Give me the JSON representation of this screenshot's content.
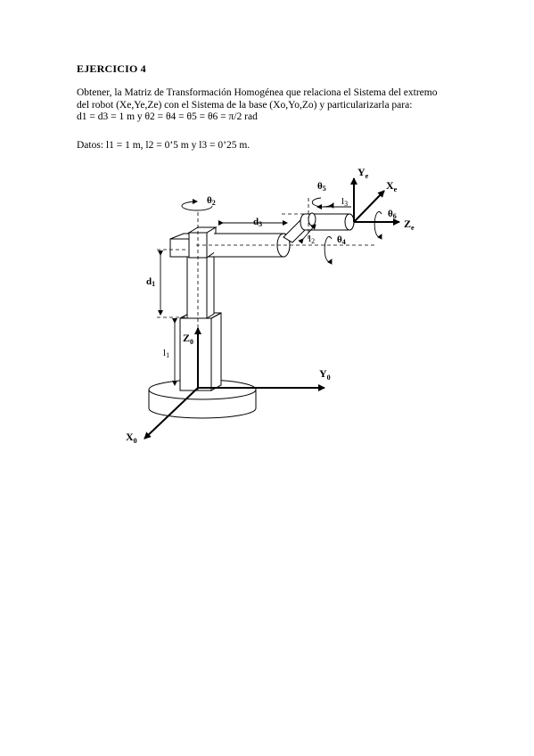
{
  "exercise": {
    "title": "EJERCICIO 4",
    "line1": "Obtener, la Matriz de Transformación Homogénea que relaciona el Sistema del extremo",
    "line2": "del robot (Xe,Ye,Ze) con el Sistema de la base (Xo,Yo,Zo) y particularizarla para:",
    "line3": "d1 = d3 = 1 m y θ2 = θ4 = θ5 = θ6 = π/2 rad",
    "datos": "Datos: l1 = 1 m, l2 = 0’5 m y l3 = 0’25 m."
  },
  "figure": {
    "base_axes": {
      "x": "X",
      "y": "Y",
      "z": "Z",
      "sub": "0"
    },
    "end_axes": {
      "x": "X",
      "y": "Y",
      "z": "Z",
      "sub": "e"
    },
    "joint_labels": {
      "theta": "θ",
      "t2": "2",
      "t4": "4",
      "t5": "5",
      "t6": "6",
      "d": "d",
      "d1": "1",
      "d3": "3",
      "l": "l",
      "l1": "1",
      "l2": "2",
      "l3": "3"
    }
  }
}
